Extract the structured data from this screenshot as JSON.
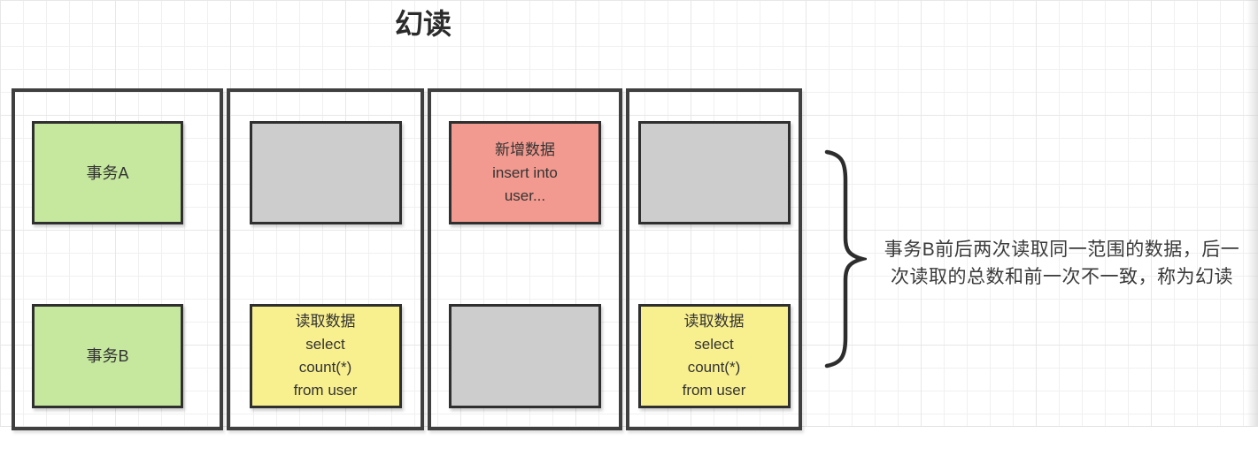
{
  "title": "幻读",
  "colors": {
    "green": "#c5e79e",
    "yellow": "#f8ef8e",
    "red": "#f29a8f",
    "gray": "#cdcdcd",
    "frame_border": "#3f3f3f",
    "box_border": "#2f2f2f",
    "text": "#333333"
  },
  "matrix": {
    "columns": [
      {
        "top": {
          "fill": "green",
          "text": "事务A"
        },
        "bottom": {
          "fill": "green",
          "text": "事务B"
        }
      },
      {
        "top": {
          "fill": "gray",
          "text": ""
        },
        "bottom": {
          "fill": "yellow",
          "text": "读取数据\nselect\ncount(*)\nfrom user"
        }
      },
      {
        "top": {
          "fill": "red",
          "text": "新增数据\ninsert into\nuser..."
        },
        "bottom": {
          "fill": "gray",
          "text": ""
        }
      },
      {
        "top": {
          "fill": "gray",
          "text": ""
        },
        "bottom": {
          "fill": "yellow",
          "text": "读取数据\nselect\ncount(*)\nfrom user"
        }
      }
    ]
  },
  "annotation": {
    "text": "事务B前后两次读取同一范围的数据，后一\n次读取的总数和前一次不一致，称为幻读"
  }
}
